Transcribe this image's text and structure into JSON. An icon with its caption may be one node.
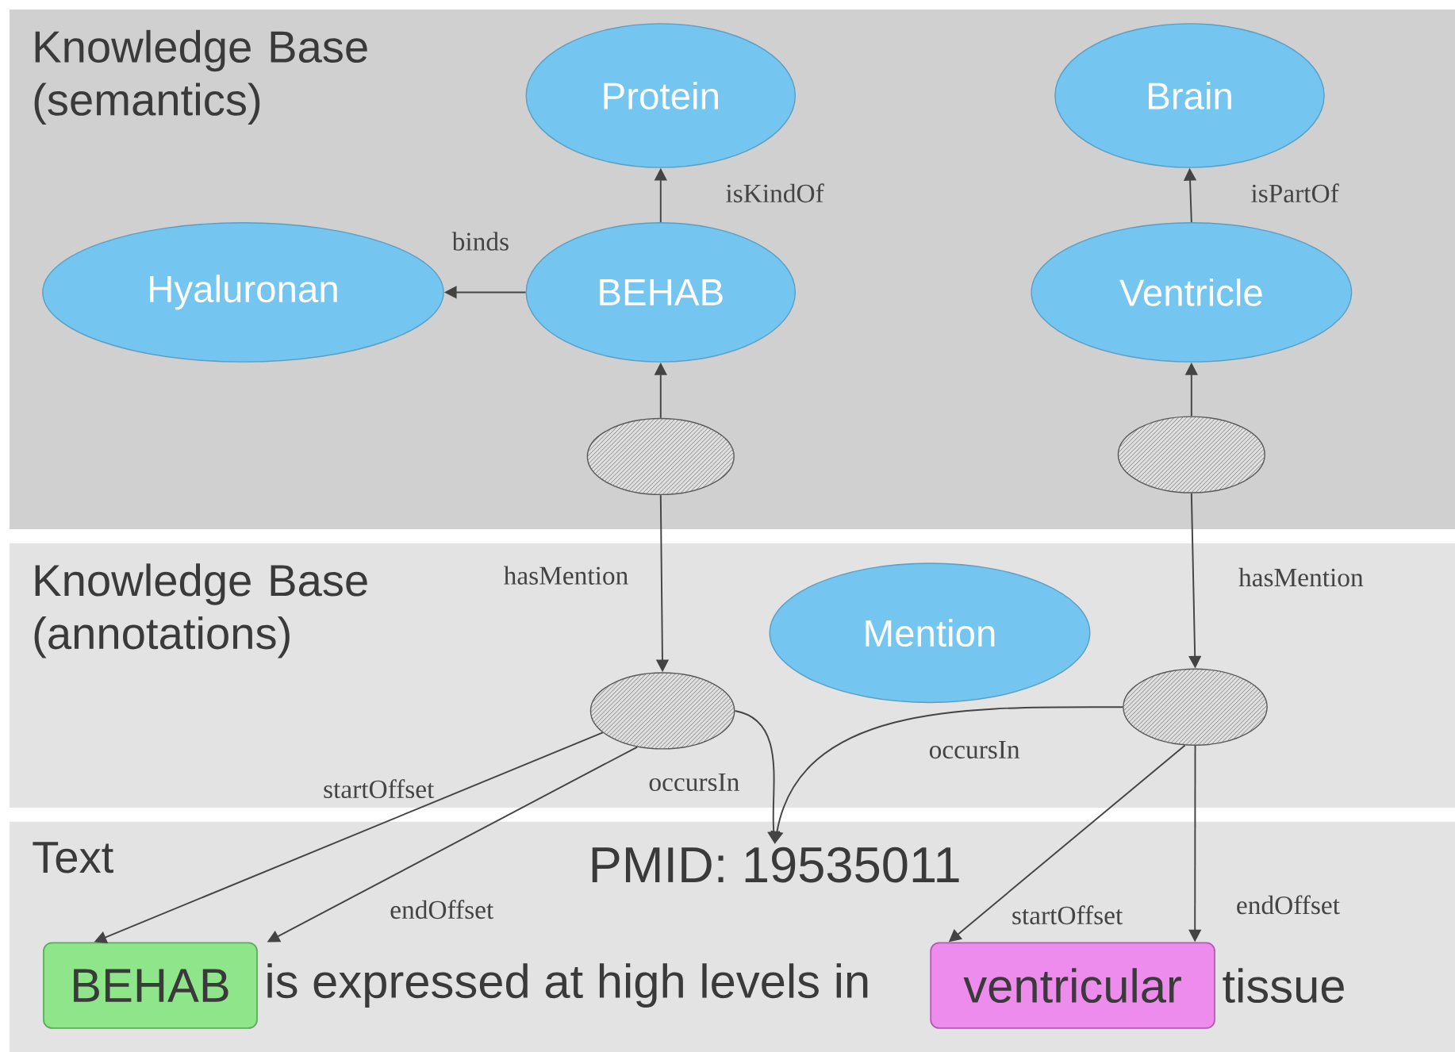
{
  "diagram": {
    "nodes": [
      {
        "text": [
          "Knowledge Base (semantics)"
        ]
      },
      {
        "text": [
          "Knowledge Base (annotations)"
        ]
      },
      {
        "text": [
          "Text"
        ]
      },
      {
        "text": [
          "Protein"
        ],
        "in": 0
      },
      {
        "text": [
          "Brain"
        ],
        "in": 0
      },
      {
        "text": [
          "Hyaluronan"
        ],
        "in": 0
      },
      {
        "text": [
          "BEHAB"
        ],
        "in": 0
      },
      {
        "text": [
          "Ventricle"
        ],
        "in": 0
      },
      {
        "text": [],
        "shape": "ellipse",
        "in": 0
      },
      {
        "text": [],
        "shape": "ellipse",
        "in": 0
      },
      {
        "text": [
          "Mention"
        ],
        "in": 1
      },
      {
        "text": [],
        "shape": "ellipse",
        "in": 1
      },
      {
        "text": [],
        "shape": "ellipse",
        "in": 1
      },
      {
        "text": [
          "PMID: 19535011"
        ],
        "in": 2
      },
      {
        "text": [
          "BEHAB"
        ],
        "in": 2
      },
      {
        "text": [
          "ventricular"
        ],
        "in": 2
      }
    ],
    "edges": [
      {
        "from": 6,
        "to": 3,
        "arrow": "to",
        "label": "isKindOf"
      },
      {
        "from": 7,
        "to": 4,
        "arrow": "to",
        "label": "isPartOf"
      },
      {
        "from": 6,
        "to": 5,
        "arrow": "to",
        "label": "binds"
      },
      {
        "from": 8,
        "to": 6,
        "arrow": "to"
      },
      {
        "from": 9,
        "to": 7,
        "arrow": "to"
      },
      {
        "from": 8,
        "to": 11,
        "arrow": "to",
        "label": "hasMention"
      },
      {
        "from": 9,
        "to": 12,
        "arrow": "to",
        "label": "hasMention"
      },
      {
        "from": 11,
        "to": 13,
        "arrow": "to",
        "label": "occursIn"
      },
      {
        "from": 12,
        "to": 13,
        "arrow": "to",
        "label": "occursIn"
      },
      {
        "from": 11,
        "to": 14,
        "arrow": "to",
        "label": "startOffset"
      },
      {
        "from": 11,
        "to": 14,
        "arrow": "to",
        "label": "endOffset"
      },
      {
        "from": 12,
        "to": 15,
        "arrow": "to",
        "label": "startOffset"
      },
      {
        "from": 12,
        "to": 15,
        "arrow": "to",
        "label": "endOffset"
      }
    ],
    "labels": [
      "is expressed at high levels in",
      "tissue"
    ]
  }
}
